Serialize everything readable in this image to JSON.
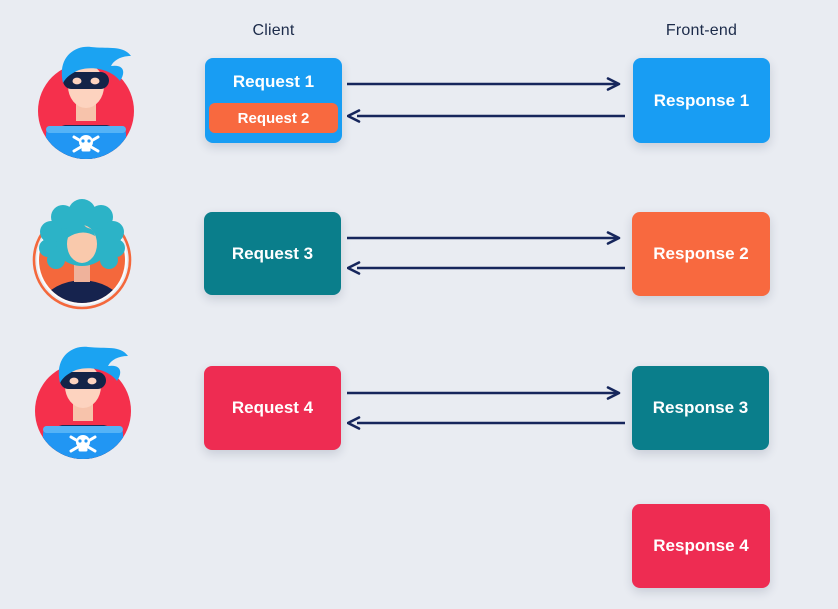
{
  "headers": {
    "client": "Client",
    "frontend": "Front-end"
  },
  "boxes": {
    "request1": "Request 1",
    "request2": "Request 2",
    "request3": "Request 3",
    "request4": "Request 4",
    "response1": "Response 1",
    "response2": "Response 2",
    "response3": "Response 3",
    "response4": "Response 4"
  },
  "avatars": [
    {
      "icon": "hacker-laptop-avatar"
    },
    {
      "icon": "user-avatar"
    },
    {
      "icon": "hacker-laptop-avatar"
    }
  ],
  "colors": {
    "background": "#e9ecf2",
    "blue": "#189df3",
    "orange": "#f8693f",
    "teal": "#0a7e8b",
    "crimson": "#ee2c52",
    "arrow": "#16265c",
    "label_text": "#1c2b4a",
    "hacker_circle": "#f5304c",
    "hacker_hair": "#1ba3f2",
    "laptop": "#2196f3",
    "woman_circle": "#f4683c",
    "woman_hair": "#2cb3c7"
  }
}
